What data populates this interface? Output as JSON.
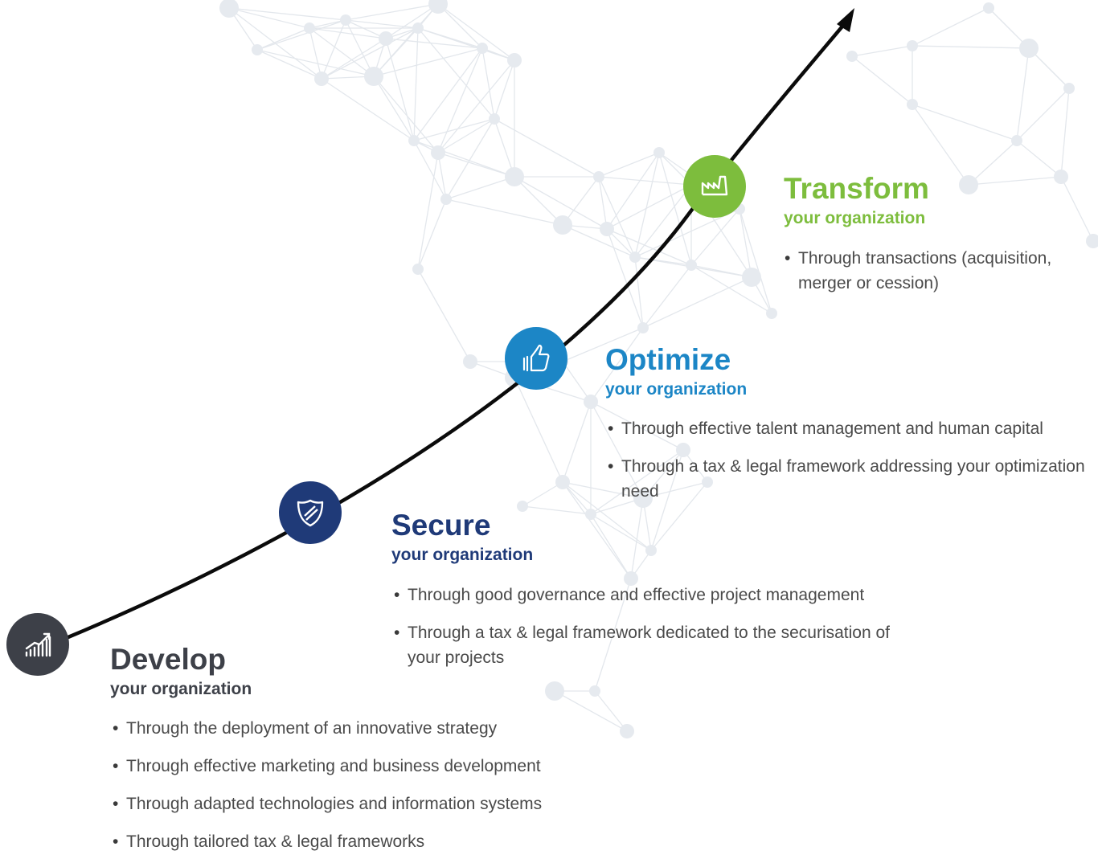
{
  "colors": {
    "develop": "#3d4048",
    "secure": "#1f3a78",
    "optimize": "#1c86c6",
    "transform": "#7dbd3d",
    "curve": "#0b0b0b",
    "network": "#dfe4ea"
  },
  "stages": {
    "develop": {
      "icon": "growth-chart-icon",
      "title": "Develop",
      "subtitle": "your organization",
      "bullets": [
        "Through the deployment of an innovative strategy",
        "Through effective marketing and business development",
        "Through adapted technologies and information systems",
        "Through tailored tax & legal frameworks"
      ]
    },
    "secure": {
      "icon": "shield-icon",
      "title": "Secure",
      "subtitle": "your organization",
      "bullets": [
        "Through good governance and effective project management",
        "Through a tax & legal framework dedicated to the securisation of your projects"
      ]
    },
    "optimize": {
      "icon": "thumbs-up-icon",
      "title": "Optimize",
      "subtitle": "your organization",
      "bullets": [
        "Through effective talent management and human capital",
        "Through a tax & legal framework addressing  your optimization need"
      ]
    },
    "transform": {
      "icon": "factory-icon",
      "title": "Transform",
      "subtitle": "your organization",
      "bullets": [
        "Through transactions (acquisition, merger or cession)"
      ]
    }
  }
}
